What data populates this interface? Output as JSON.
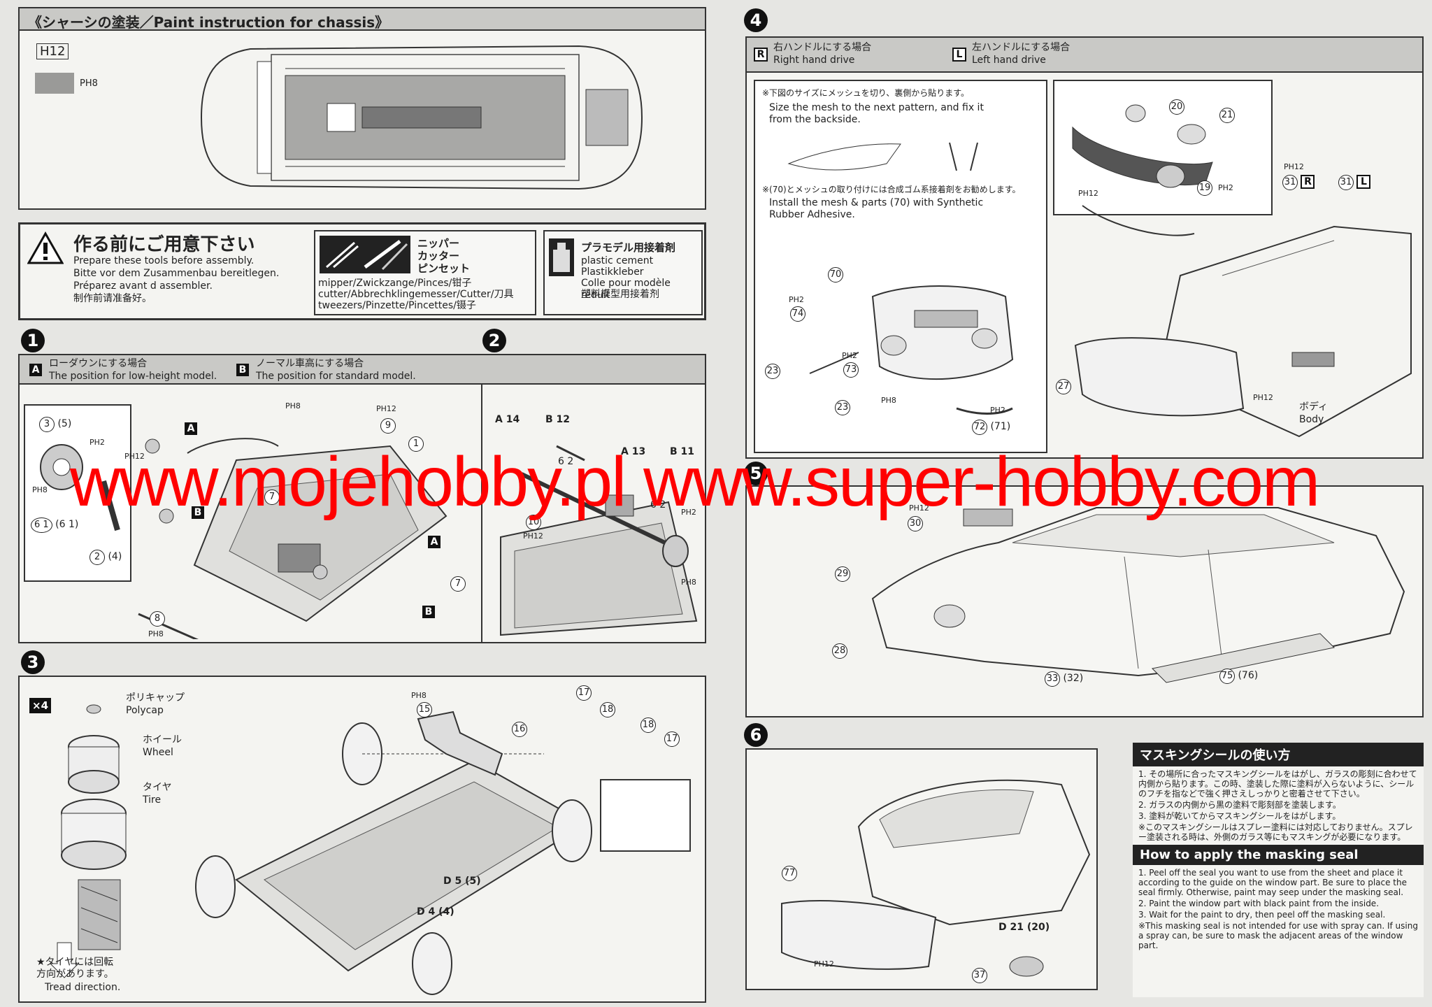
{
  "paint_section": {
    "title": "《シャーシの塗装／Paint instruction for chassis》",
    "paint_code_1": "H12",
    "paint_code_2": "PH8"
  },
  "prep": {
    "title": "作る前にご用意下さい",
    "lines": [
      "Prepare these tools before assembly.",
      "Bitte vor dem Zusammenbau bereitlegen.",
      "Préparez avant d assembler.",
      "制作前请准备好。"
    ],
    "tools_jp": [
      "ニッパー",
      "カッター",
      "ピンセット"
    ],
    "tools_multi": [
      "mipper/Zwickzange/Pinces/钳子",
      "cutter/Abbrechklingemesser/Cutter/刀具",
      "tweezers/Pinzette/Pincettes/镊子"
    ],
    "cement_title": "プラモデル用接着剤",
    "cement_lines": [
      "plastic cement",
      "Plastikkleber",
      "Colle pour modèle réduit",
      "塑料模型用接着剂"
    ]
  },
  "step1": {
    "num": "1",
    "a_jp": "ローダウンにする場合",
    "a_en": "The position for low-height model.",
    "b_jp": "ノーマル車高にする場合",
    "b_en": "The position for standard model.",
    "labels": [
      "3",
      "(5)",
      "PH2",
      "PH12",
      "PH8",
      "6 1",
      "(6 1)",
      "2",
      "(4)",
      "PH8",
      "PH12",
      "9",
      "1",
      "7",
      "8",
      "PH8",
      "7"
    ]
  },
  "step2": {
    "num": "2",
    "labels": [
      "A 14",
      "B 12",
      "6 2",
      "A 13",
      "B 11",
      "10",
      "PH12",
      "6 2",
      "PH2",
      "PH8"
    ]
  },
  "step3": {
    "num": "3",
    "x4": "×4",
    "polycap_jp": "ポリキャップ",
    "polycap_en": "Polycap",
    "wheel_jp": "ホイール",
    "wheel_en": "Wheel",
    "tire_jp": "タイヤ",
    "tire_en": "Tire",
    "tread_jp": "★タイヤには回転方向があります。",
    "tread_en": "Tread direction.",
    "labels": [
      "PH8",
      "15",
      "16",
      "17",
      "18",
      "18",
      "17",
      "D 5 (5)",
      "D 4 (4)"
    ]
  },
  "step4": {
    "num": "4",
    "r_jp": "右ハンドルにする場合",
    "r_en": "Right hand drive",
    "l_jp": "左ハンドルにする場合",
    "l_en": "Left hand drive",
    "note1_jp": "※下図のサイズにメッシュを切り、裏側から貼ります。",
    "note1_en": "Size the mesh to the next pattern, and fix it from the backside.",
    "note2_jp": "※(70)とメッシュの取り付けには合成ゴム系接着剤をお勧めします。",
    "note2_en": "Install the mesh & parts (70) with Synthetic Rubber Adhesive.",
    "body_jp": "ボディ",
    "body_en": "Body",
    "labels": [
      "20",
      "21",
      "19",
      "PH2",
      "PH12",
      "PH12",
      "31",
      "R",
      "31",
      "L",
      "70",
      "PH2",
      "74",
      "23",
      "PH2",
      "73",
      "23",
      "PH8",
      "PH2",
      "72",
      "(71)",
      "27",
      "PH12"
    ]
  },
  "step5": {
    "num": "5",
    "labels": [
      "PH12",
      "30",
      "29",
      "28",
      "33",
      "(32)",
      "75",
      "(76)"
    ]
  },
  "step6": {
    "num": "6",
    "labels": [
      "77",
      "PH12",
      "D 21 (20)",
      "37"
    ]
  },
  "masking": {
    "title_jp": "マスキングシールの使い方",
    "jp_lines": [
      "1. その場所に合ったマスキングシールをはがし、ガラスの彫刻に合わせて内側から貼ります。この時、塗装した際に塗料が入らないように、シールのフチを指などで強く押さえしっかりと密着させて下さい。",
      "2. ガラスの内側から黒の塗料で彫刻部を塗装します。",
      "3. 塗料が乾いてからマスキングシールをはがします。",
      "※このマスキングシールはスプレー塗料には対応しておりません。スプレー塗装される時は、外側のガラス等にもマスキングが必要になります。"
    ],
    "title_en": "How to apply the masking seal",
    "en_lines": [
      "1. Peel off the seal you want to use from the sheet and place it according to the guide on the window part. Be sure to place the seal firmly. Otherwise, paint may seep under the masking seal.",
      "2. Paint the window part with black paint from the inside.",
      "3. Wait for the paint to dry, then peel off the masking seal.",
      "※This masking seal is not intended for use with spray can. If using a spray can, be sure to mask the adjacent areas of the window part."
    ]
  },
  "watermark": "www.mojehobby.pl www.super-hobby.com"
}
